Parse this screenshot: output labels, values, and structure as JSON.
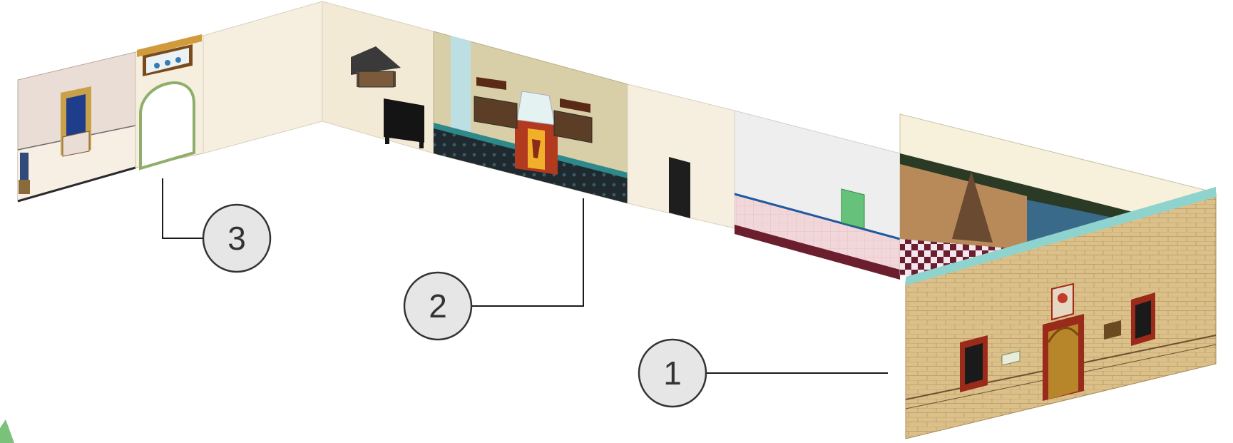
{
  "callouts": [
    {
      "id": "1",
      "label": "1"
    },
    {
      "id": "2",
      "label": "2"
    },
    {
      "id": "3",
      "label": "3"
    }
  ],
  "colors": {
    "wall_cream": "#f6efdf",
    "wall_pink": "#e9ddd6",
    "wall_khaki": "#d8cfa8",
    "wall_white": "#eeeeee",
    "brick": "#dcc08a",
    "tile_teal": "#8fd3cf",
    "dado_dark": "#1e2a30",
    "callout_fill": "#e6e6e6",
    "callout_stroke": "#333333"
  }
}
